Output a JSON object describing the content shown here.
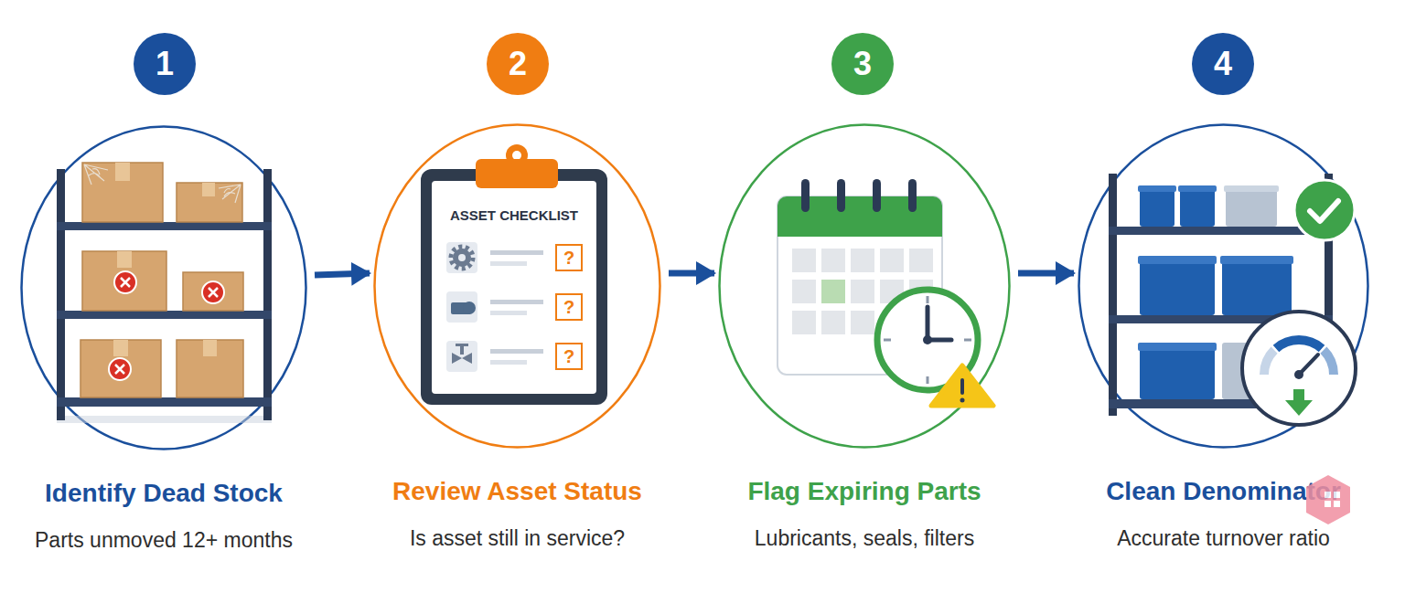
{
  "diagram": {
    "nodes": [
      {
        "text": [
          "1"
        ]
      },
      {
        "text": [
          "Identify Dead Stock",
          "Parts unmoved 12+ months"
        ]
      },
      {
        "text": [
          "2"
        ]
      },
      {
        "text": [
          "Review Asset Status",
          "Is asset still in service?"
        ]
      },
      {
        "text": [
          "3"
        ]
      },
      {
        "text": [
          "Flag Expiring Parts",
          "Lubricants, seals, filters"
        ]
      },
      {
        "text": [
          "4"
        ]
      },
      {
        "text": [
          "Clean Denominator",
          "Accurate turnover ratio"
        ]
      }
    ],
    "edges": [
      {
        "from": 1,
        "to": 3,
        "arrow": "to"
      },
      {
        "from": 3,
        "to": 5,
        "arrow": "to"
      },
      {
        "from": 5,
        "to": 7,
        "arrow": "to"
      }
    ],
    "labels": [
      "ASSET CHECKLIST",
      "?",
      "?",
      "?"
    ]
  }
}
